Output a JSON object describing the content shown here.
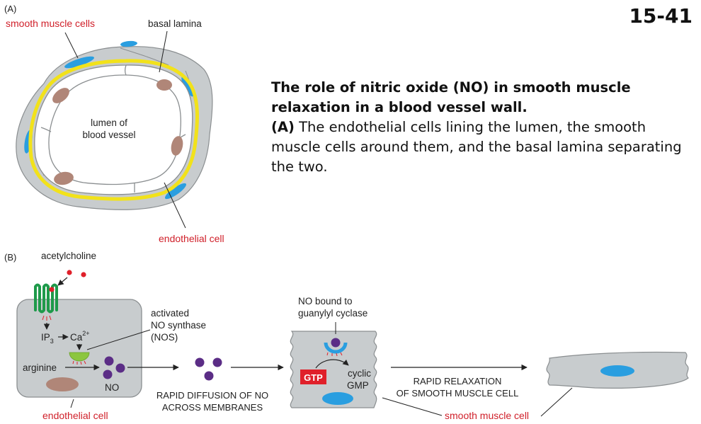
{
  "figure_number": "15-41",
  "caption": {
    "title": "The role of nitric oxide (NO) in smooth muscle relaxation in a blood vessel wall.",
    "panel_a_marker": "(A)",
    "panel_a_text": " The endothelial cells lining the lumen, the smooth muscle cells around them, and the basal lamina separating the two."
  },
  "panel_a": {
    "label": "(A)",
    "smooth_muscle_cells": "smooth muscle cells",
    "basal_lamina": "basal lamina",
    "lumen_line1": "lumen of",
    "lumen_line2": "blood vessel",
    "endothelial_cell": "endothelial cell"
  },
  "panel_b": {
    "label": "(B)",
    "acetylcholine": "acetylcholine",
    "ip3_base": "IP",
    "ip3_sub": "3",
    "ca_base": "Ca",
    "ca_sup": "2+",
    "activated_line1": "activated",
    "activated_line2": "NO synthase",
    "activated_line3": "(NOS)",
    "arginine": "arginine",
    "no": "NO",
    "endothelial_cell": "endothelial cell",
    "diffusion_line1": "RAPID DIFFUSION OF NO",
    "diffusion_line2": "ACROSS MEMBRANES",
    "no_bound_line1": "NO bound to",
    "no_bound_line2": "guanylyl cyclase",
    "gtp": "GTP",
    "cyclic_line1": "cyclic",
    "cyclic_line2": "GMP",
    "relaxation_line1": "RAPID RELAXATION",
    "relaxation_line2": "OF SMOOTH MUSCLE CELL",
    "smooth_muscle_cell": "smooth muscle cell"
  },
  "colors": {
    "cell_gray": "#c8ccce",
    "cell_stroke": "#8a8e90",
    "basal_lamina_yellow": "#f2e21a",
    "nucleus_brown": "#b08678",
    "smooth_nucleus_blue": "#2a9ee0",
    "receptor_green": "#1e9a4a",
    "nos_green": "#8cc63f",
    "no_purple": "#5b2d86",
    "ach_red": "#e0202a",
    "gtp_red": "#e0202a",
    "label_red": "#d0202a"
  }
}
